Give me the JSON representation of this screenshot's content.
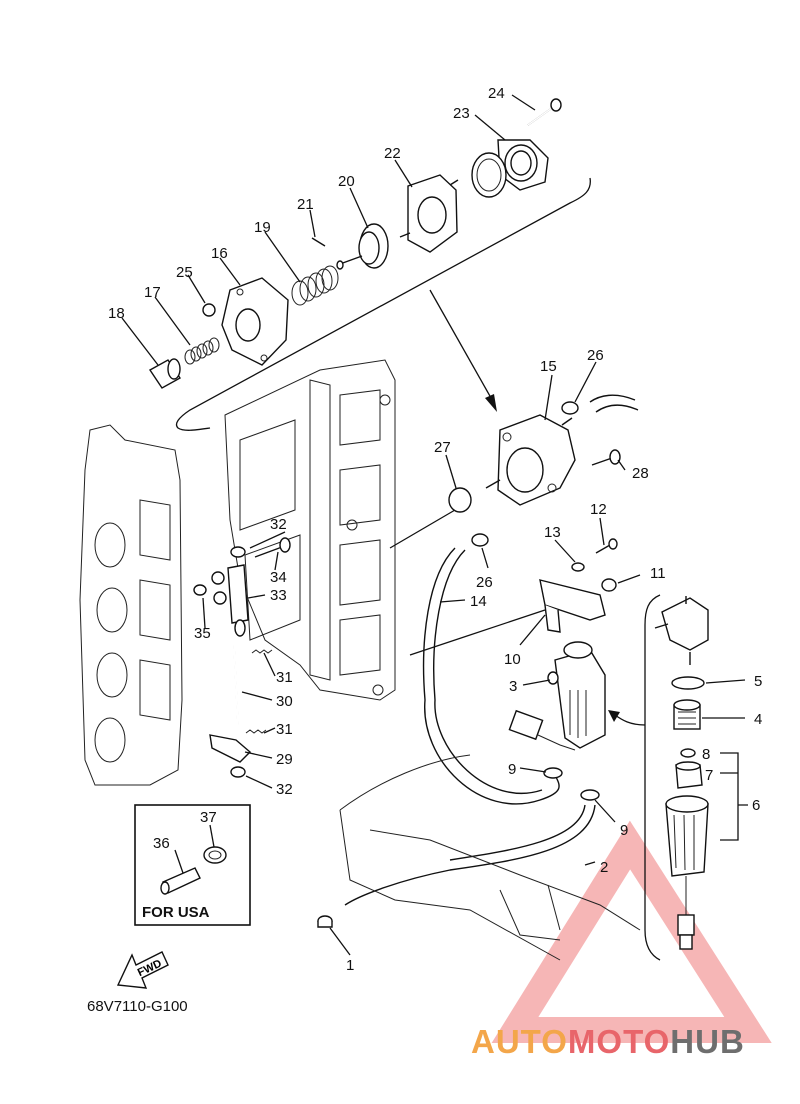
{
  "diagram_code": "68V7110-G100",
  "for_usa_label": "FOR USA",
  "fwd_label": "FWD",
  "watermark": {
    "part1": "AUTO",
    "part2": "MOTO",
    "part3": "HUB",
    "colors": {
      "auto": "#f3a64a",
      "moto": "#e8656a",
      "hub": "#6e6e6e",
      "triangle": "#ef8c8c"
    }
  },
  "callouts": {
    "c1": "1",
    "c2": "2",
    "c3": "3",
    "c4": "4",
    "c5": "5",
    "c6": "6",
    "c7": "7",
    "c8": "8",
    "c9a": "9",
    "c9b": "9",
    "c10": "10",
    "c11": "11",
    "c12": "12",
    "c13": "13",
    "c14": "14",
    "c15": "15",
    "c16": "16",
    "c17": "17",
    "c18": "18",
    "c19": "19",
    "c20": "20",
    "c21": "21",
    "c22": "22",
    "c23": "23",
    "c24": "24",
    "c25": "25",
    "c26a": "26",
    "c26b": "26",
    "c27": "27",
    "c28": "28",
    "c29": "29",
    "c30": "30",
    "c31a": "31",
    "c31b": "31",
    "c32a": "32",
    "c32b": "32",
    "c33": "33",
    "c34": "34",
    "c35": "35",
    "c36": "36",
    "c37": "37"
  }
}
